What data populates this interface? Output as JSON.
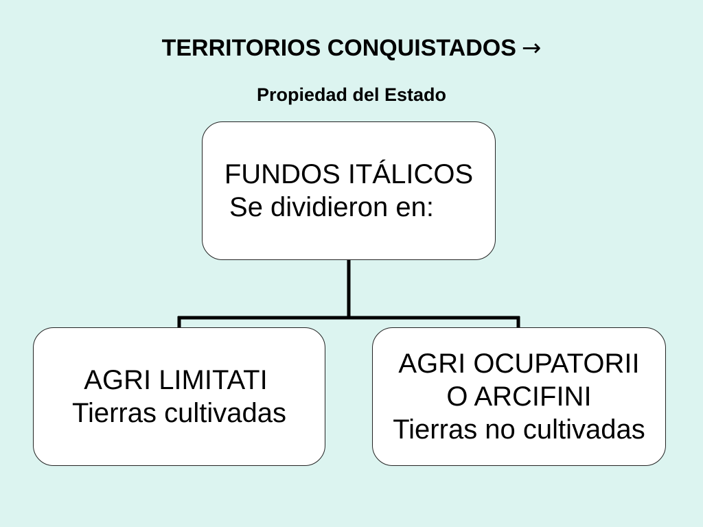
{
  "slide": {
    "title": "TERRITORIOS CONQUISTADOS",
    "title_arrow": "→",
    "subtitle": "Propiedad del Estado"
  },
  "diagram": {
    "root": {
      "line1": "FUNDOS ITÁLICOS",
      "line2": "Se dividieron en:"
    },
    "children": [
      {
        "line1": "AGRI LIMITATI",
        "line2": "Tierras cultivadas"
      },
      {
        "line1": "AGRI OCUPATORII",
        "line2": "O ARCIFINI",
        "line3": "Tierras no cultivadas"
      }
    ]
  },
  "colors": {
    "background": "#dcf4f0",
    "node_fill": "#ffffff",
    "node_border": "#222222",
    "connector": "#000000"
  }
}
